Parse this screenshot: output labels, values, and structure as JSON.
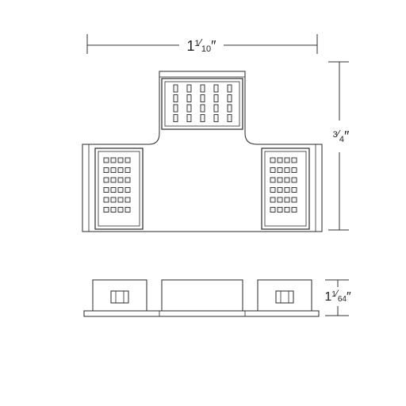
{
  "dimensions": {
    "width": {
      "whole": "1",
      "numerator": "1",
      "denominator": "10",
      "mark": "″"
    },
    "height": {
      "whole": "",
      "numerator": "3",
      "denominator": "4",
      "mark": "″"
    },
    "depth": {
      "whole": "1",
      "numerator": "1",
      "denominator": "64",
      "mark": "″"
    }
  },
  "colors": {
    "stroke": "#2a2a2a",
    "fill": "#ffffff",
    "led_fill": "#f4f4f4"
  },
  "views": {
    "top": {
      "top_module": {
        "led_rows": 4,
        "led_cols": 5
      },
      "left_module": {
        "led_rows": 6,
        "led_cols": 4
      },
      "right_module": {
        "led_rows": 6,
        "led_cols": 4
      }
    },
    "side": {
      "blocks": [
        "left-connector-block",
        "center-block",
        "right-connector-block"
      ]
    }
  }
}
